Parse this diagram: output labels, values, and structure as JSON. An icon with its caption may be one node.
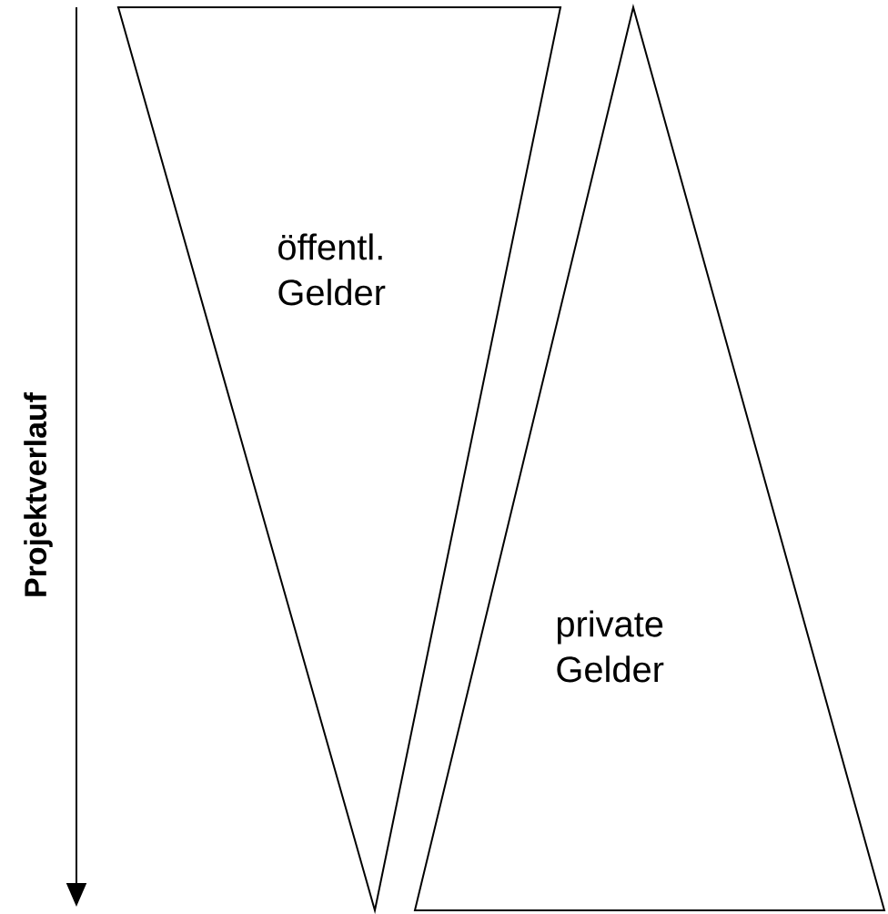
{
  "diagram": {
    "nodes": [
      {
        "text": [
          "öffentl. Gelder"
        ]
      },
      {
        "text": [
          "private Gelder"
        ]
      }
    ],
    "labels": [
      "Projektverlauf"
    ]
  }
}
